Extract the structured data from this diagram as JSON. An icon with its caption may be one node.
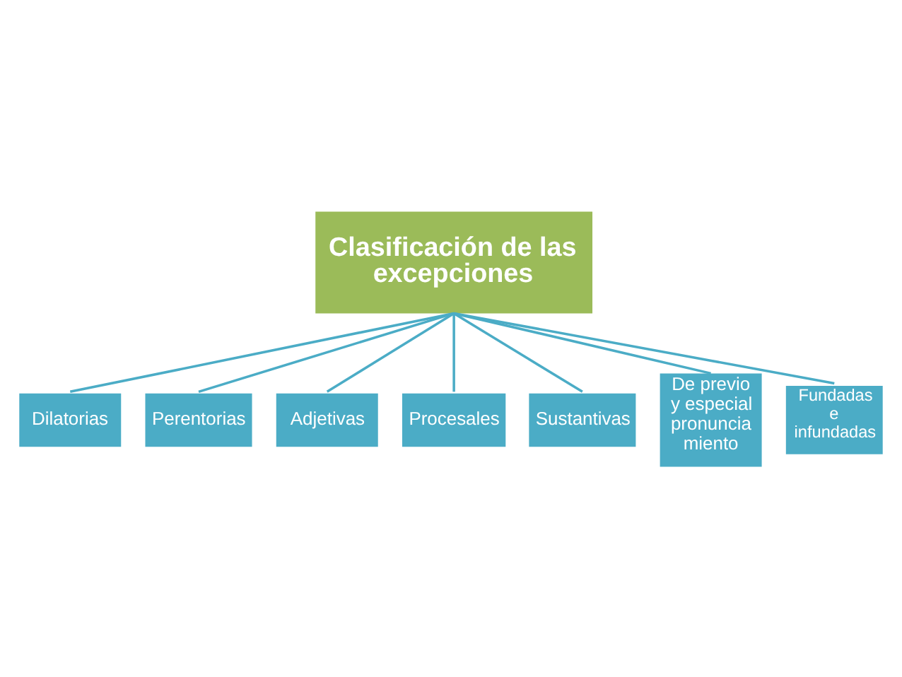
{
  "diagram": {
    "nodes": [
      {
        "text": [
          "Clasificación de las excepciones"
        ]
      },
      {
        "text": [
          "Dilatorias"
        ]
      },
      {
        "text": [
          "Perentorias"
        ]
      },
      {
        "text": [
          "Adjetivas"
        ]
      },
      {
        "text": [
          "Procesales"
        ]
      },
      {
        "text": [
          "Sustantivas"
        ]
      },
      {
        "text": [
          "De previo y especial pronuncia miento"
        ]
      },
      {
        "text": [
          "Fundadas e infundadas"
        ]
      }
    ],
    "edges": [
      {
        "from": 0,
        "to": 1,
        "arrow": "none"
      },
      {
        "from": 0,
        "to": 2,
        "arrow": "none"
      },
      {
        "from": 0,
        "to": 3,
        "arrow": "none"
      },
      {
        "from": 0,
        "to": 4,
        "arrow": "none"
      },
      {
        "from": 0,
        "to": 5,
        "arrow": "none"
      },
      {
        "from": 0,
        "to": 6,
        "arrow": "none"
      },
      {
        "from": 0,
        "to": 7,
        "arrow": "none"
      }
    ]
  }
}
